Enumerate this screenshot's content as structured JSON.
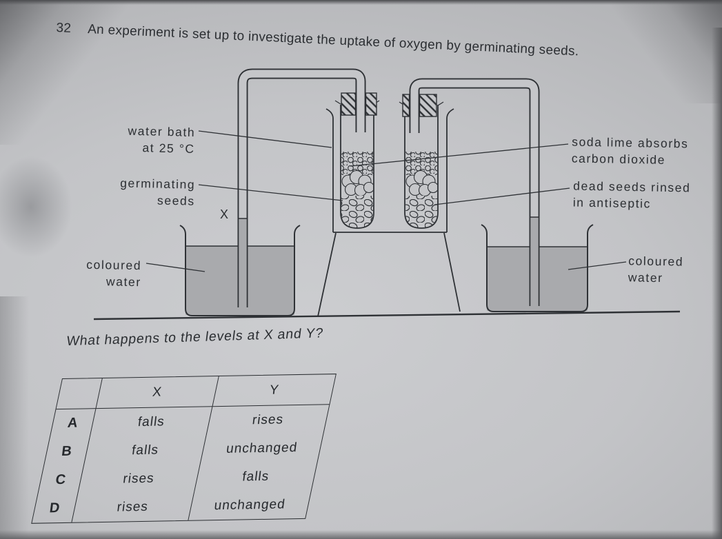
{
  "question": {
    "number": "32",
    "text": "An experiment is set up to investigate the uptake of oxygen by germinating seeds.",
    "prompt": "What happens to the levels at X and Y?"
  },
  "diagram": {
    "labels": {
      "water_bath": "water bath\nat 25 °C",
      "germinating_seeds": "germinating\nseeds",
      "coloured_water_left": "coloured\nwater",
      "level_x": "X",
      "soda_lime": "soda lime absorbs\ncarbon dioxide",
      "dead_seeds": "dead seeds rinsed\nin antiseptic",
      "coloured_water_right": "coloured\nwater"
    }
  },
  "answer_table": {
    "col_x": "X",
    "col_y": "Y",
    "rows": [
      {
        "option": "A",
        "x": "falls",
        "y": "rises"
      },
      {
        "option": "B",
        "x": "falls",
        "y": "unchanged"
      },
      {
        "option": "C",
        "x": "rises",
        "y": "falls"
      },
      {
        "option": "D",
        "x": "rises",
        "y": "unchanged"
      }
    ]
  },
  "colors": {
    "ink": "#2e3135",
    "paper": "#c5c6c9",
    "water_shade": "#a9aaad"
  }
}
